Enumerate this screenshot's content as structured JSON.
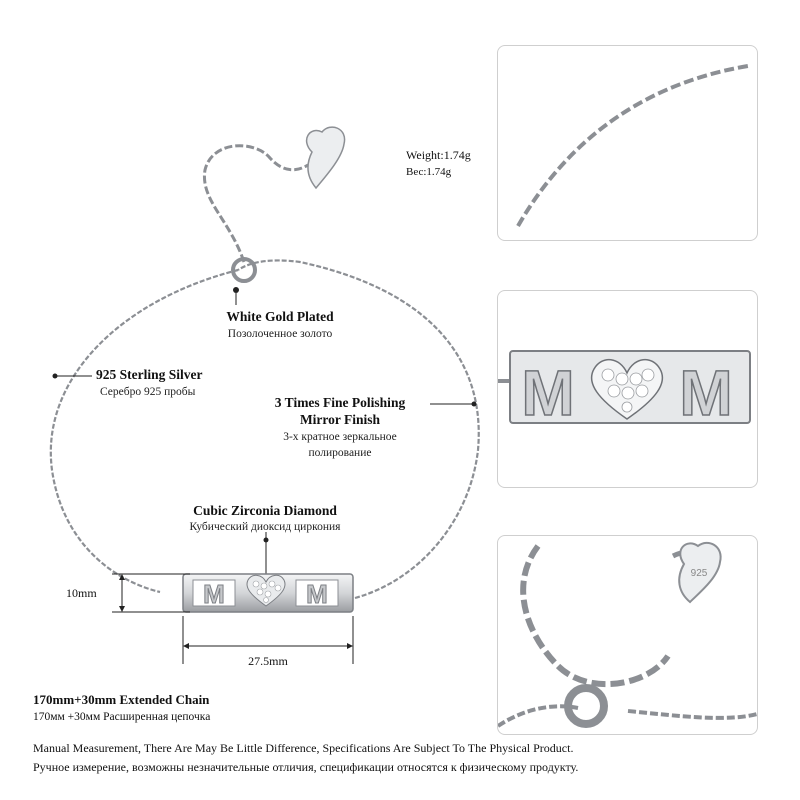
{
  "weight": {
    "en": "Weight:1.74g",
    "ru": "Вес:1.74g"
  },
  "callouts": {
    "plating": {
      "en": "White Gold Plated",
      "ru": "Позолоченное золото"
    },
    "silver": {
      "en": "925 Sterling Silver",
      "ru": "Серебро 925 пробы"
    },
    "polish": {
      "en_line1": "3 Times Fine Polishing",
      "en_line2": "Mirror Finish",
      "ru_line1": "3-х кратное зеркальное",
      "ru_line2": "полирование"
    },
    "stone": {
      "en": "Cubic Zirconia Diamond",
      "ru": "Кубический диоксид циркония"
    }
  },
  "dimensions": {
    "height": "10mm",
    "width": "27.5mm"
  },
  "chain": {
    "en": "170mm+30mm Extended Chain",
    "ru": "170мм +30мм Расширенная цепочка"
  },
  "disclaimer": {
    "en": "Manual Measurement, There Are May Be Little Difference, Specifications Are Subject To The Physical Product.",
    "ru": "Ручное измерение, возможны незначительные отличия, спецификации относятся к физическому продукту."
  },
  "pendant": {
    "letters": [
      "M",
      "M"
    ],
    "stamp": "925"
  },
  "colors": {
    "metal": "#8c8f94",
    "metal_light": "#d9dbde",
    "text": "#111111",
    "panel_border": "#cfcfcf"
  }
}
